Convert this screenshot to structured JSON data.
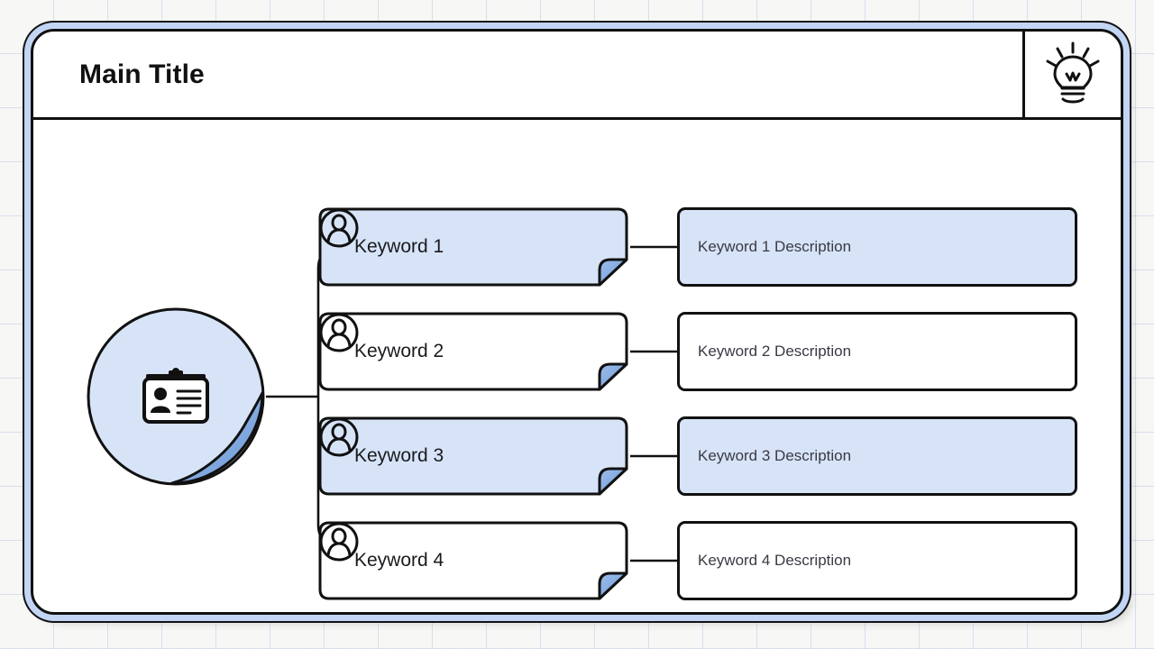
{
  "header": {
    "title": "Main Title",
    "icon": "lightbulb-icon"
  },
  "root": {
    "icon": "id-badge-icon"
  },
  "colors": {
    "accent_fill": "#d7e4f8",
    "fold_blue": "#7ea6e0",
    "frame_band": "#c2d5f4",
    "outline": "#111111",
    "desc_text": "#3a3a44",
    "background": "#f7f7f5"
  },
  "rows": [
    {
      "keyword": "Keyword 1",
      "description": "Keyword 1 Description",
      "icon": "person-icon",
      "keyword_filled": true,
      "description_filled": true
    },
    {
      "keyword": "Keyword 2",
      "description": "Keyword 2 Description",
      "icon": "person-icon",
      "keyword_filled": false,
      "description_filled": false
    },
    {
      "keyword": "Keyword 3",
      "description": "Keyword 3 Description",
      "icon": "person-icon",
      "keyword_filled": true,
      "description_filled": true
    },
    {
      "keyword": "Keyword 4",
      "description": "Keyword 4 Description",
      "icon": "person-icon",
      "keyword_filled": false,
      "description_filled": false
    }
  ]
}
